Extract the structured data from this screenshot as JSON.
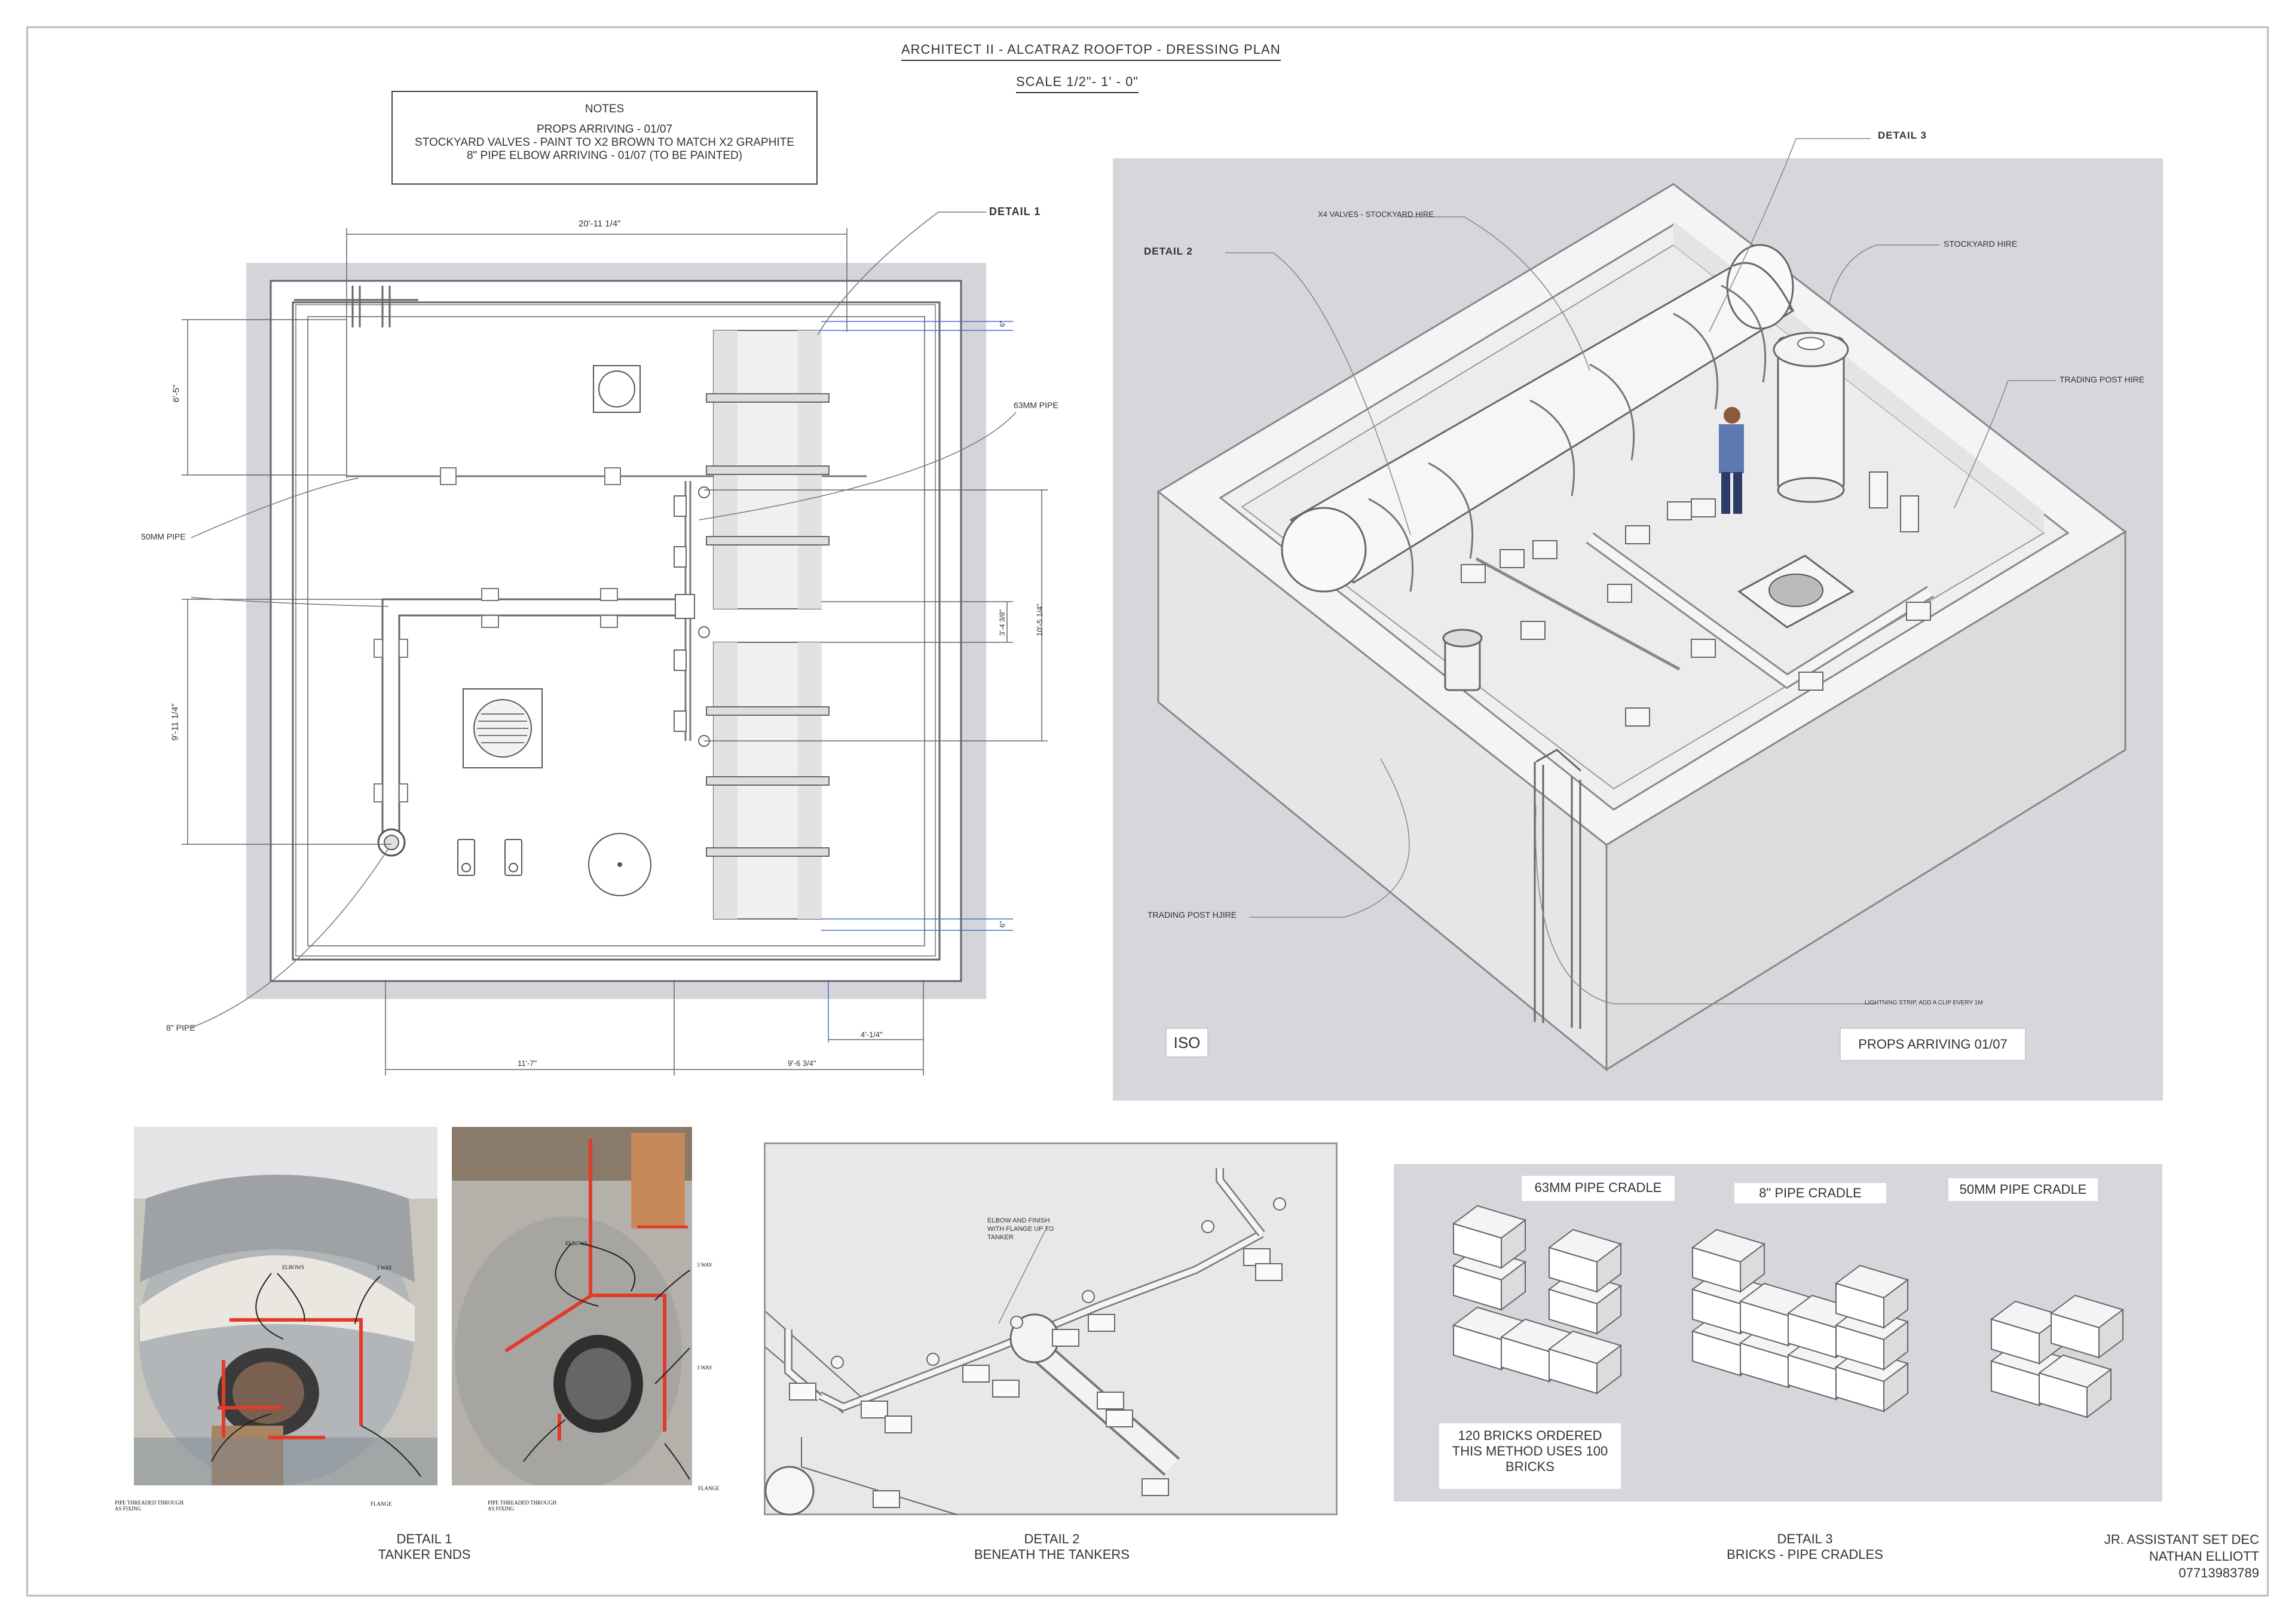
{
  "title": "ARCHITECT II - ALCATRAZ ROOFTOP - DRESSING PLAN",
  "scale": "SCALE 1/2\"- 1' - 0\"",
  "notes": {
    "heading": "NOTES",
    "lines": [
      "PROPS ARRIVING - 01/07",
      "STOCKYARD VALVES - PAINT TO X2 BROWN TO MATCH X2 GRAPHITE",
      "8\" PIPE ELBOW ARRIVING - 01/07 (TO BE PAINTED)"
    ]
  },
  "plan": {
    "dim_top": "20'-11 1/4\"",
    "dim_left_top": "6'-5\"",
    "dim_left_bottom": "9'-11 1/4\"",
    "dim_right_top": "6\"",
    "dim_right_mid1": "3'-4 3/8\"",
    "dim_right_mid2": "10'-5 1/4\"",
    "dim_right_bottom": "6\"",
    "dim_bottom_right_small": "4'-1/4\"",
    "dim_bottom_left": "11'-7\"",
    "dim_bottom_right": "9'-6 3/4\"",
    "callout_detail1": "DETAIL 1",
    "callout_63mm": "63MM PIPE",
    "callout_50mm": "50MM PIPE",
    "callout_8in": "8\" PIPE"
  },
  "iso": {
    "detail3": "DETAIL 3",
    "detail2": "DETAIL 2",
    "valves": "X4 VALVES - STOCKYARD HIRE",
    "stockyard": "STOCKYARD HIRE",
    "trading_post": "TRADING POST HIRE",
    "trading_post_bottom": "TRADING POST HJIRE",
    "lightning": "LIGHTNING STRIP, ADD A CLIP EVERY 1M",
    "iso_label": "ISO",
    "props": "PROPS ARRIVING 01/07"
  },
  "photos": {
    "p1_elbows": "ELBOWS",
    "p1_3way": "3 WAY",
    "p1_pipe": "PIPE THREADED THROUGH AS FIXING",
    "p1_flange": "FLANGE",
    "p2_elbows": "ELBOWS",
    "p2_3way_a": "3 WAY",
    "p2_3way_b": "3 WAY",
    "p2_pipe": "PIPE THREADED THROUGH AS FIXING",
    "p2_flange": "FLANGE"
  },
  "detail2_note": "ELBOW AND FINISH WITH FLANGE UP TO TANKER",
  "bricks": {
    "c63": "63MM PIPE CRADLE",
    "c8": "8\" PIPE CRADLE",
    "c50": "50MM PIPE CRADLE",
    "order_l1": "120 BRICKS ORDERED",
    "order_l2": "THIS METHOD USES 100",
    "order_l3": "BRICKS"
  },
  "captions": {
    "d1_a": "DETAIL 1",
    "d1_b": "TANKER ENDS",
    "d2_a": "DETAIL 2",
    "d2_b": "BENEATH THE TANKERS",
    "d3_a": "DETAIL 3",
    "d3_b": "BRICKS - PIPE CRADLES"
  },
  "credit": {
    "role": "JR. ASSISTANT SET DEC",
    "name": "NATHAN ELLIOTT",
    "phone": "07713983789"
  }
}
